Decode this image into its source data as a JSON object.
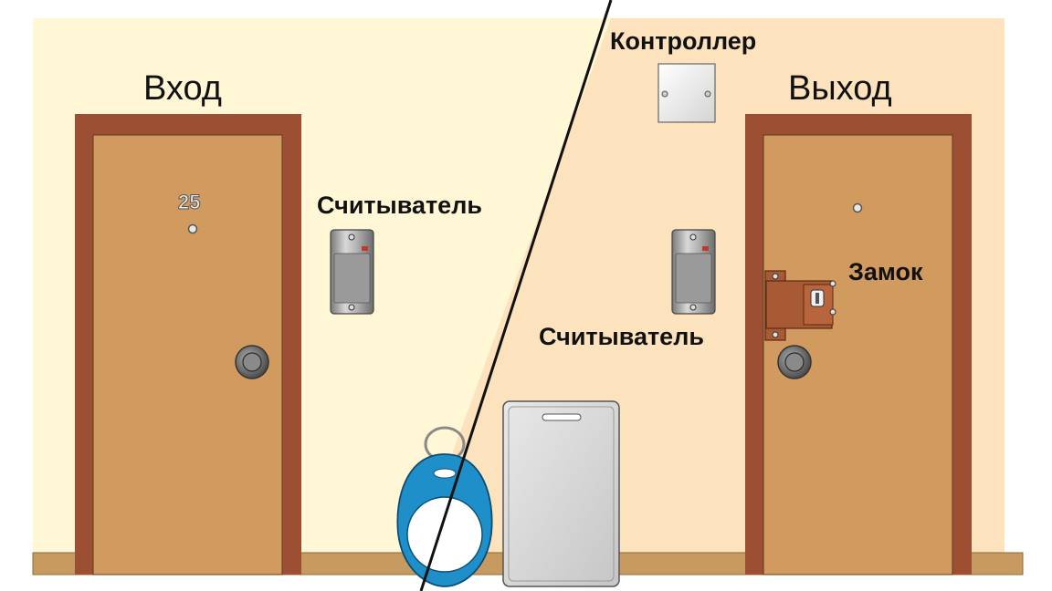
{
  "labels": {
    "entrance": "Вход",
    "exit": "Выход",
    "controller": "Контроллер",
    "reader_left": "Считыватель",
    "reader_right": "Считыватель",
    "lock": "Замок",
    "door_number": "25"
  },
  "colors": {
    "wall_left": "#fff7d6",
    "wall_right": "#fde3bd",
    "door_frame": "#9c4f33",
    "door_leaf": "#d19a5e",
    "baseboard": "#c79b60",
    "lock_body": "#a85a35",
    "fob_blue": "#1e8fc8",
    "card_gray": "#d9d9d9"
  }
}
